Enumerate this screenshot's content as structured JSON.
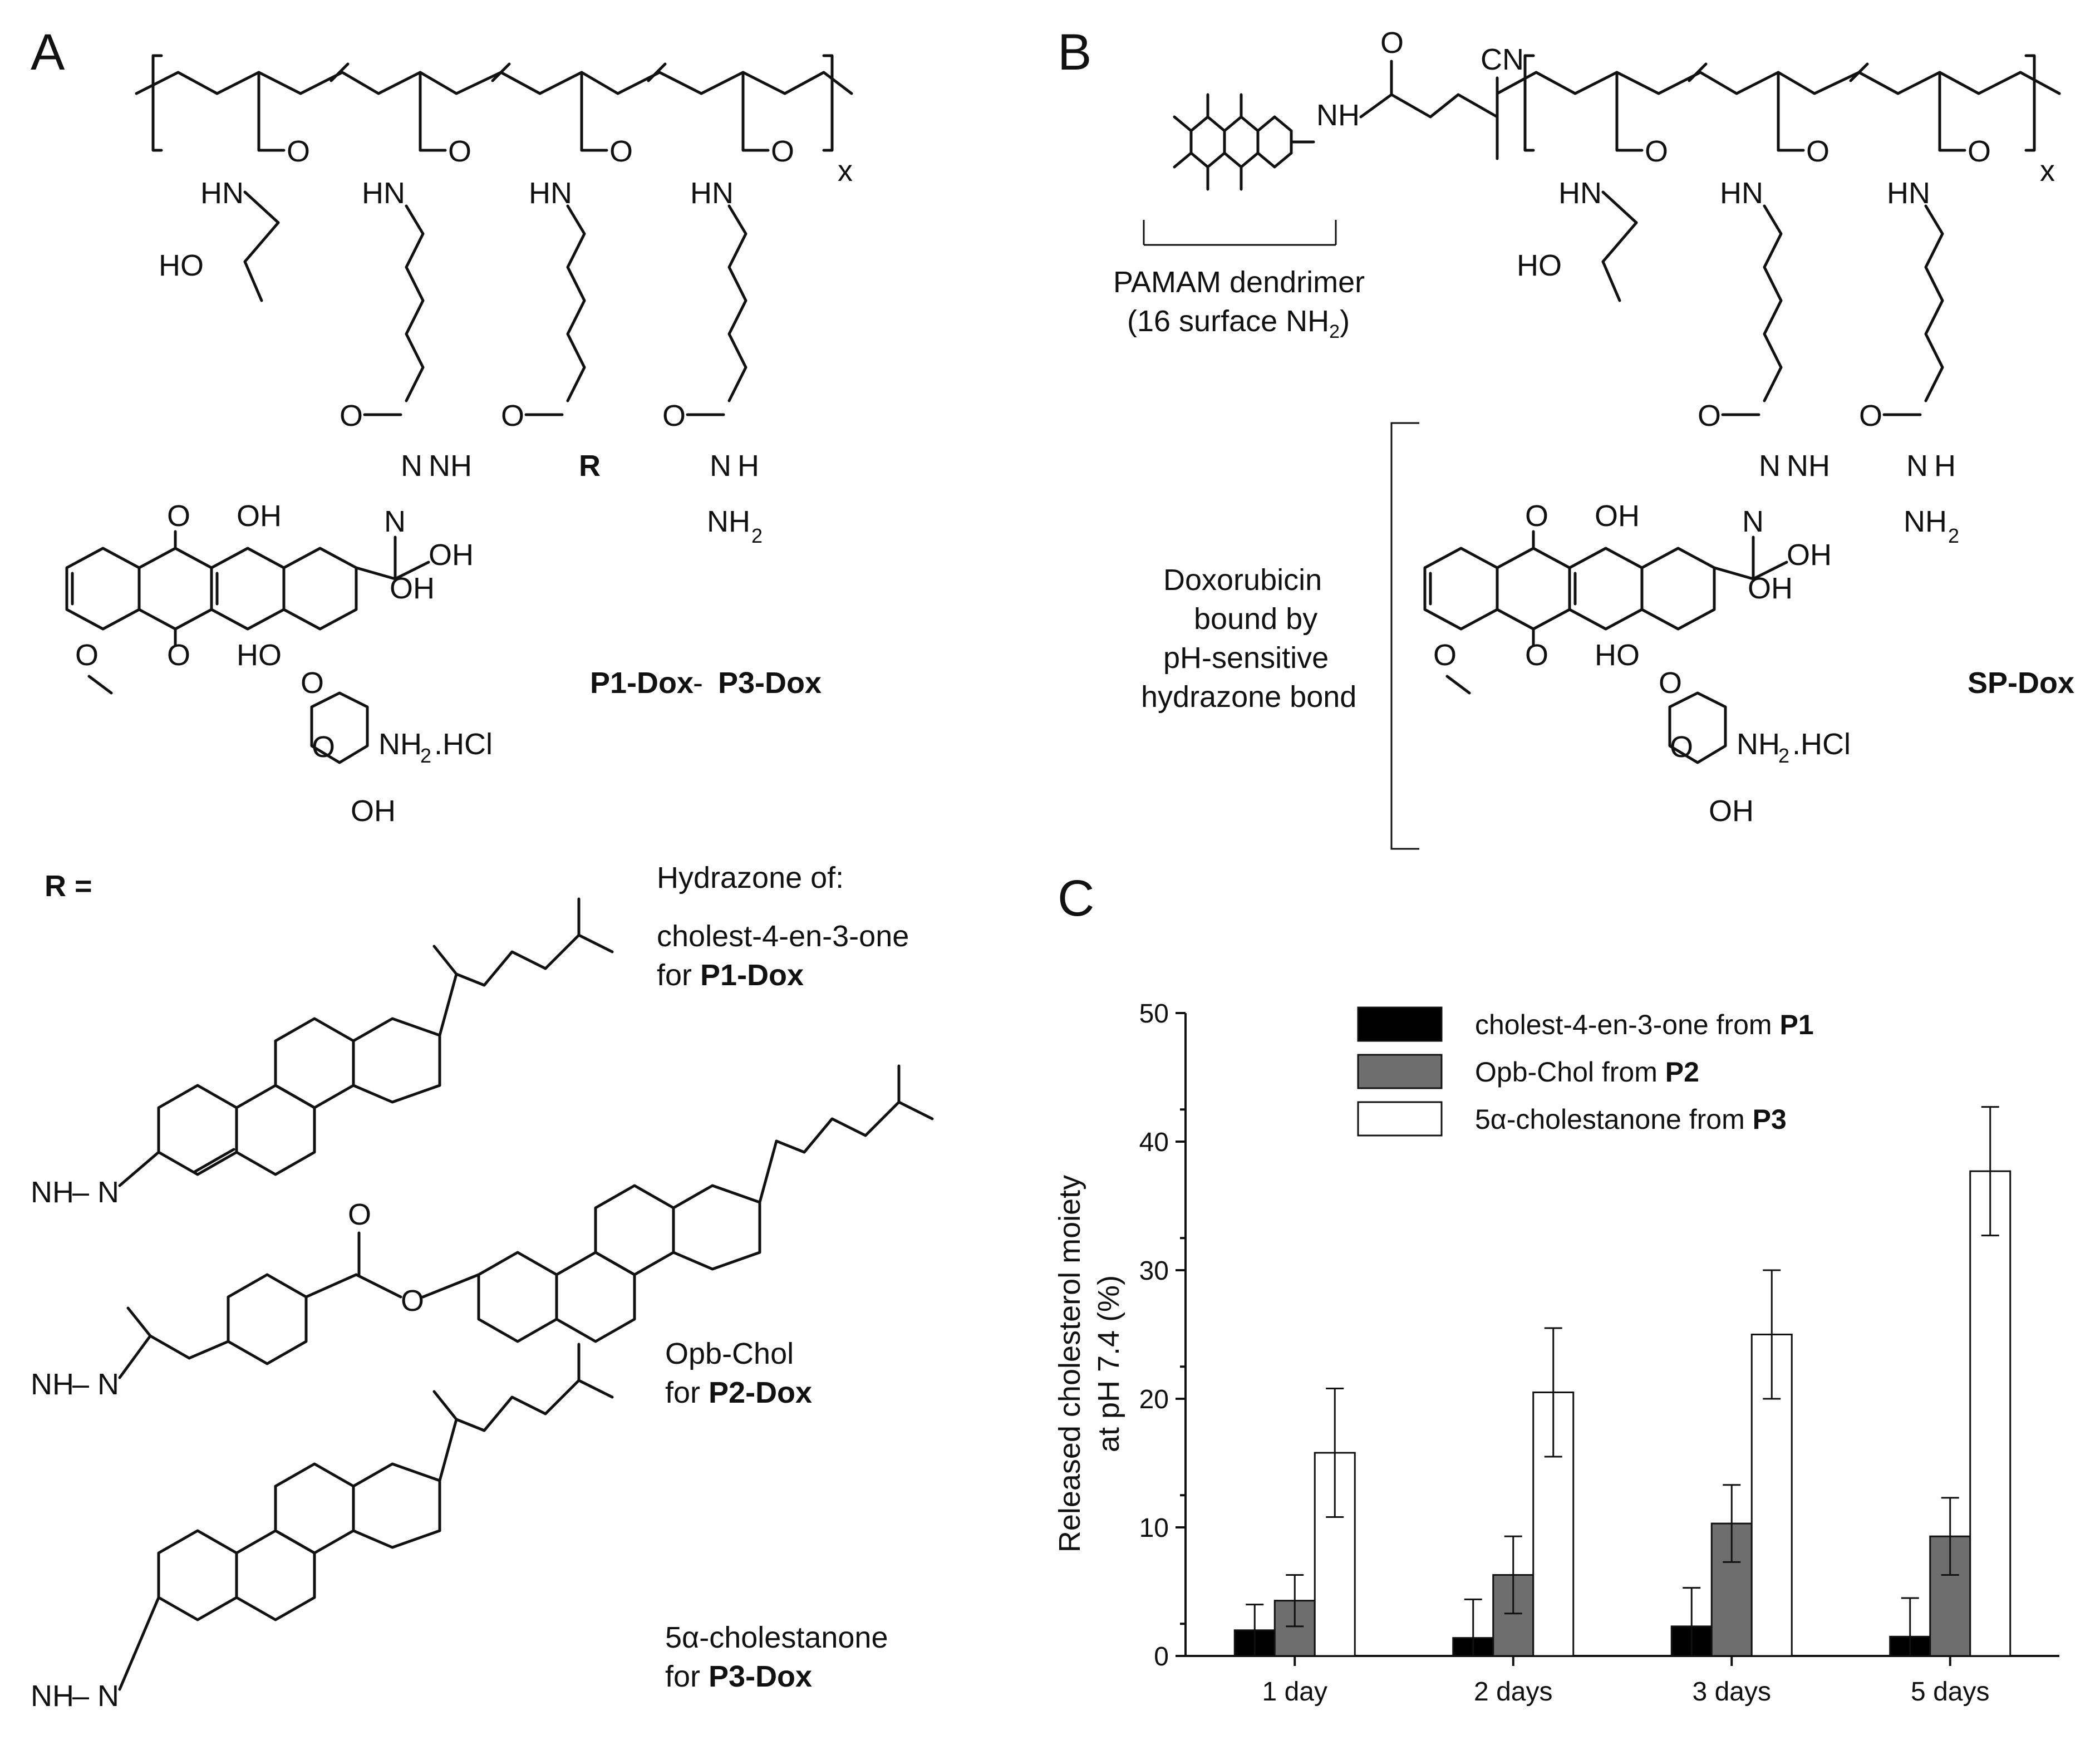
{
  "panels": {
    "a": "A",
    "b": "B",
    "c": "C"
  },
  "structure_a": {
    "repeat_subscript": "x",
    "compound_label_1": "P1-Dox",
    "compound_label_sep": " - ",
    "compound_label_2": "P3-Dox",
    "r_symbol": "R",
    "r_definition": "R ="
  },
  "structure_b": {
    "dendrimer_label_1": "PAMAM dendrimer",
    "dendrimer_label_2": "(16 surface NH",
    "dendrimer_label_2_sub": "2",
    "dendrimer_label_2_end": ")",
    "dox_note_1": "Doxorubicin",
    "dox_note_2": "bound by",
    "dox_note_3": "pH-sensitive",
    "dox_note_4": "hydrazone bond",
    "compound_label": "SP-Dox",
    "repeat_subscript": "x",
    "cn": "CN"
  },
  "r_groups": {
    "header": "Hydrazone of:",
    "items": [
      {
        "name": "cholest-4-en-3-one",
        "for_prefix": "for ",
        "polymer": "P1-Dox"
      },
      {
        "name": "Opb-Chol",
        "for_prefix": "for ",
        "polymer": "P2-Dox"
      },
      {
        "name": "5α-cholestanone",
        "for_prefix": "for ",
        "polymer": "P3-Dox"
      }
    ]
  },
  "chart_data": {
    "type": "bar",
    "categories": [
      "1 day",
      "2 days",
      "3 days",
      "5 days"
    ],
    "ylabel_line1": "Released cholesterol moiety",
    "ylabel_line2": "at pH 7.4 (%)",
    "ylim": [
      0,
      50
    ],
    "yticks": [
      0,
      10,
      20,
      30,
      40,
      50
    ],
    "series": [
      {
        "name": "cholest-4-en-3-one from ",
        "name_bold": "P1",
        "color": "#000000",
        "values": [
          2.0,
          1.4,
          2.3,
          1.5
        ],
        "errors": [
          2.0,
          3.0,
          3.0,
          3.0
        ]
      },
      {
        "name": "Opb-Chol from ",
        "name_bold": "P2",
        "color": "#6e6e6e",
        "values": [
          4.3,
          6.3,
          10.3,
          9.3
        ],
        "errors": [
          2.0,
          3.0,
          3.0,
          3.0
        ]
      },
      {
        "name": "5α-cholestanone from ",
        "name_bold": "P3",
        "color": "#ffffff",
        "values": [
          15.8,
          20.5,
          25.0,
          37.7
        ],
        "errors": [
          5.0,
          5.0,
          5.0,
          5.0
        ]
      }
    ],
    "legend_position": "top"
  }
}
